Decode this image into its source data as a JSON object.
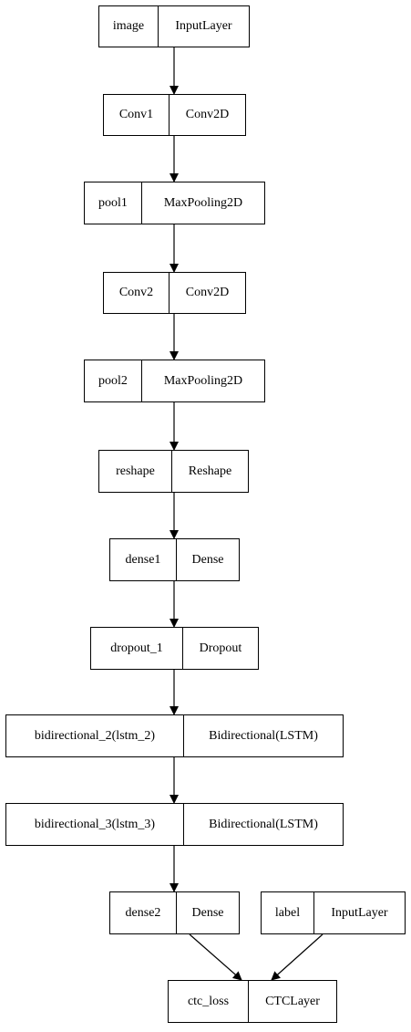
{
  "diagram": {
    "type": "keras-model-plot",
    "nodes": [
      {
        "id": "image",
        "name": "image",
        "layer_type": "InputLayer"
      },
      {
        "id": "conv1",
        "name": "Conv1",
        "layer_type": "Conv2D"
      },
      {
        "id": "pool1",
        "name": "pool1",
        "layer_type": "MaxPooling2D"
      },
      {
        "id": "conv2",
        "name": "Conv2",
        "layer_type": "Conv2D"
      },
      {
        "id": "pool2",
        "name": "pool2",
        "layer_type": "MaxPooling2D"
      },
      {
        "id": "reshape",
        "name": "reshape",
        "layer_type": "Reshape"
      },
      {
        "id": "dense1",
        "name": "dense1",
        "layer_type": "Dense"
      },
      {
        "id": "dropout_1",
        "name": "dropout_1",
        "layer_type": "Dropout"
      },
      {
        "id": "bidirectional_2",
        "name": "bidirectional_2(lstm_2)",
        "layer_type": "Bidirectional(LSTM)"
      },
      {
        "id": "bidirectional_3",
        "name": "bidirectional_3(lstm_3)",
        "layer_type": "Bidirectional(LSTM)"
      },
      {
        "id": "dense2",
        "name": "dense2",
        "layer_type": "Dense"
      },
      {
        "id": "label",
        "name": "label",
        "layer_type": "InputLayer"
      },
      {
        "id": "ctc_loss",
        "name": "ctc_loss",
        "layer_type": "CTCLayer"
      }
    ],
    "edges": [
      {
        "from": "image",
        "to": "conv1"
      },
      {
        "from": "conv1",
        "to": "pool1"
      },
      {
        "from": "pool1",
        "to": "conv2"
      },
      {
        "from": "conv2",
        "to": "pool2"
      },
      {
        "from": "pool2",
        "to": "reshape"
      },
      {
        "from": "reshape",
        "to": "dense1"
      },
      {
        "from": "dense1",
        "to": "dropout_1"
      },
      {
        "from": "dropout_1",
        "to": "bidirectional_2"
      },
      {
        "from": "bidirectional_2",
        "to": "bidirectional_3"
      },
      {
        "from": "bidirectional_3",
        "to": "dense2"
      },
      {
        "from": "dense2",
        "to": "ctc_loss"
      },
      {
        "from": "label",
        "to": "ctc_loss"
      }
    ]
  }
}
